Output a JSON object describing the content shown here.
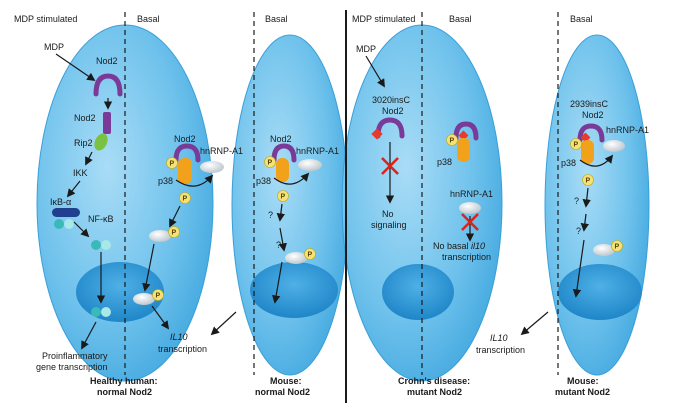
{
  "headers": {
    "left_mdp": "MDP stimulated",
    "left_basal_1": "Basal",
    "left_basal_2": "Basal",
    "right_mdp": "MDP stimulated",
    "right_basal_1": "Basal",
    "right_basal_2": "Basal"
  },
  "captions": {
    "healthy_line1": "Healthy human:",
    "healthy_line2": "normal Nod2",
    "mouse_normal_line1": "Mouse:",
    "mouse_normal_line2": "normal Nod2",
    "crohn_line1": "Crohn's disease:",
    "crohn_line2": "mutant Nod2",
    "mouse_mutant_line1": "Mouse:",
    "mouse_mutant_line2": "mutant Nod2"
  },
  "labels": {
    "mdp_left": "MDP",
    "nod2_top_left": "Nod2",
    "nod2_mid_left": "Nod2",
    "rip2": "Rip2",
    "ikk": "IKK",
    "ikb": "IκB-α",
    "nfkb": "NF-κB",
    "proinflam_1": "Proinflammatory",
    "proinflam_2": "gene transcription",
    "nod2_b1": "Nod2",
    "hnrnp_b1": "hnRNP-A1",
    "p38_b1": "p38",
    "il10_left": "IL10",
    "transcription_left": "transcription",
    "nod2_b2": "Nod2",
    "hnrnp_b2": "hnRNP-A1",
    "p38_b2": "p38",
    "q_b2_1": "?",
    "q_b2_2": "?",
    "mdp_right": "MDP",
    "mut_3020_1": "3020insC",
    "mut_3020_2": "Nod2",
    "no_signal_1": "No",
    "no_signal_2": "signaling",
    "p38_r1": "p38",
    "hnrnp_r1": "hnRNP-A1",
    "no_basal_1": "No basal",
    "no_basal_italic": "il10",
    "no_basal_2": "transcription",
    "mut_2939_1": "2939insC",
    "mut_2939_2": "Nod2",
    "hnrnp_r2": "hnRNP-A1",
    "p38_r2": "p38",
    "q_r2_1": "?",
    "q_r2_2": "?",
    "il10_right": "IL10",
    "transcription_right": "transcription",
    "p": "P"
  },
  "colors": {
    "cell": "#6fc2ec",
    "nucleus": "#2f98d6",
    "nod2": "#7a3a98",
    "p38": "#f2a21a",
    "rip2": "#7cc242",
    "ikb": "#1f3f8f",
    "nfkb": "#3ab9b9",
    "phospho": "#f4e17a",
    "hnrnp": "#dfe6ea",
    "mutation": "#e63b2e",
    "block": "#d9241c"
  }
}
